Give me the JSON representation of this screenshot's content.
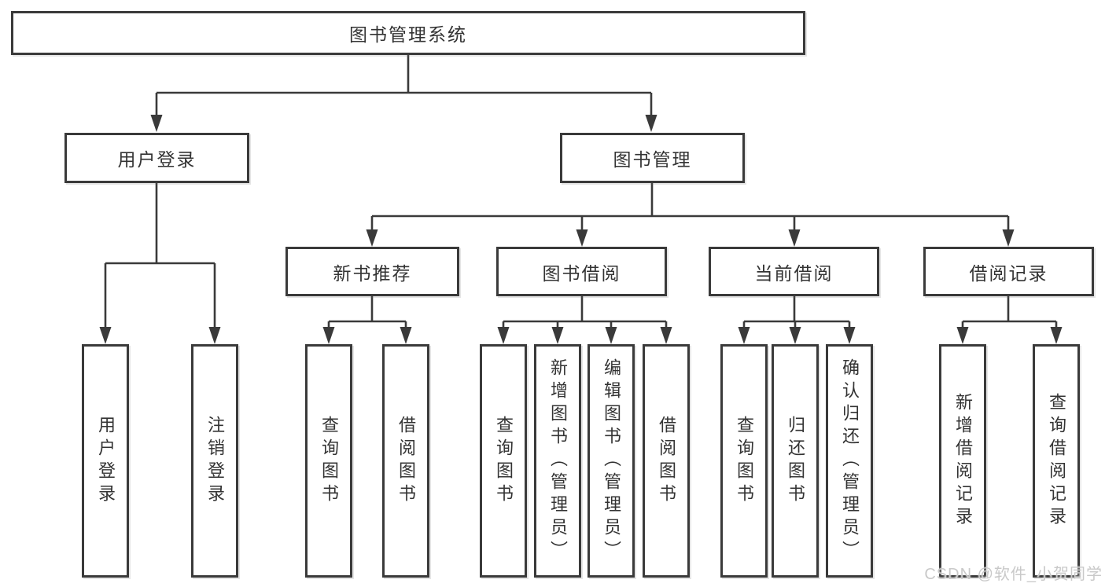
{
  "diagram": {
    "root": {
      "label": "图书管理系统"
    },
    "branches": [
      {
        "label": "用户登录",
        "leaves": [
          {
            "label": "用户登录"
          },
          {
            "label": "注销登录"
          }
        ]
      },
      {
        "label": "图书管理",
        "groups": [
          {
            "label": "新书推荐",
            "leaves": [
              {
                "label": "查询图书"
              },
              {
                "label": "借阅图书"
              }
            ]
          },
          {
            "label": "图书借阅",
            "leaves": [
              {
                "label": "查询图书"
              },
              {
                "label": "新增图书（管理员）"
              },
              {
                "label": "编辑图书（管理员）"
              },
              {
                "label": "借阅图书"
              }
            ]
          },
          {
            "label": "当前借阅",
            "leaves": [
              {
                "label": "查询图书"
              },
              {
                "label": "归还图书"
              },
              {
                "label": "确认归还（管理员）"
              }
            ]
          },
          {
            "label": "借阅记录",
            "leaves": [
              {
                "label": "新增借阅记录"
              },
              {
                "label": "查询借阅记录"
              }
            ]
          }
        ]
      }
    ]
  },
  "watermark": {
    "text": "CSDN @软件_小贺同学"
  },
  "colors": {
    "line": "#3a3a3a",
    "box_border": "#3a3a3a",
    "box_background": "#ffffff",
    "text": "#333333",
    "page_background": "#ffffff",
    "watermark": "#c9c9c9"
  }
}
